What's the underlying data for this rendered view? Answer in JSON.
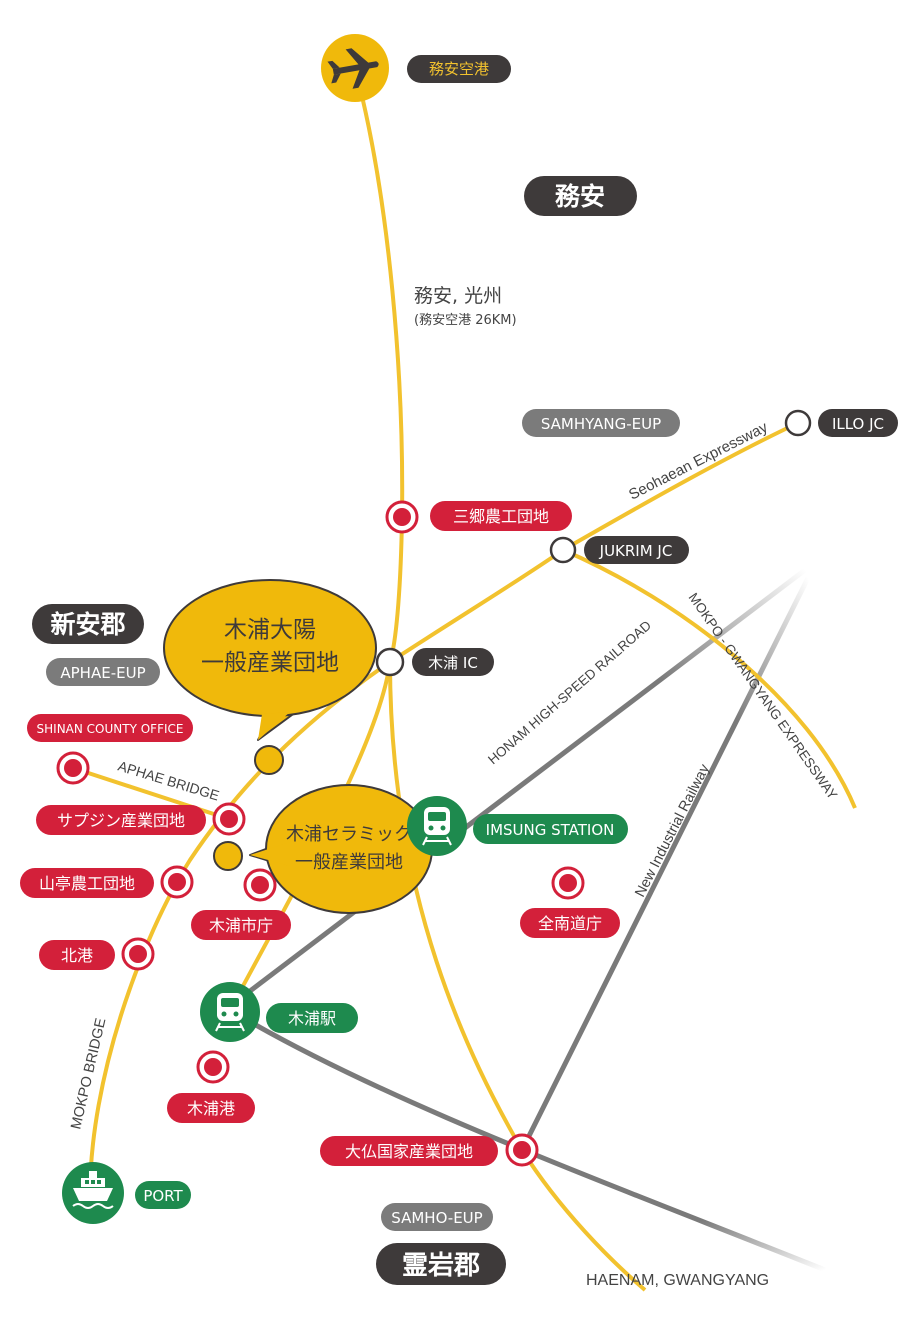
{
  "regions": {
    "muan": "務安",
    "shinan": "新安郡",
    "yeongam": "霊岩郡"
  },
  "districts": {
    "samhyang": "SAMHYANG-EUP",
    "aphae": "APHAE-EUP",
    "samho": "SAMHO-EUP"
  },
  "airport": {
    "label": "務安空港",
    "icon": "airplane-icon"
  },
  "direction_north": {
    "title": "務安, 光州",
    "subtitle": "(務安空港 26KM)"
  },
  "direction_south": "HAENAM, GWANGYANG",
  "junctions": {
    "illo": "ILLO JC",
    "jukrim": "JUKRIM JC",
    "mokpo_ic": "木浦 IC"
  },
  "roads": {
    "seohaean": "Seohaean Expressway",
    "mokpo_gwangyang": "MOKPO - GWANGYANG EXPRESSWAY",
    "honam_rail": "HONAM HIGH-SPEED RAILROAD",
    "new_industrial": "New Industrial Railway",
    "aphae_bridge": "APHAE BRIDGE",
    "mokpo_bridge": "MOKPO BRIDGE"
  },
  "callouts": {
    "daeyang": [
      "木浦大陽",
      "一般産業団地"
    ],
    "ceramic": [
      "木浦セラミック",
      "一般産業団地"
    ]
  },
  "places": {
    "samhyang_agri": "三郷農工団地",
    "shinan_office": "SHINAN COUNTY OFFICE",
    "sapjin": "サプジン産業団地",
    "santei": "山亭農工団地",
    "mokpo_city": "木浦市庁",
    "north_port": "北港",
    "jeonnam": "全南道庁",
    "mokpo_port": "木浦港",
    "daebul": "大仏国家産業団地"
  },
  "stations": {
    "imsung": "IMSUNG STATION",
    "mokpo": "木浦駅",
    "port": "PORT",
    "train_icon": "train-icon",
    "ship_icon": "ship-icon"
  },
  "colors": {
    "road": "#F2C22E",
    "rail": "#7A7A7A",
    "red": "#D3203A",
    "green": "#1E8A4E",
    "dark": "#3E3A3A",
    "gray": "#7B7B7B",
    "yellow": "#F0B90B"
  }
}
